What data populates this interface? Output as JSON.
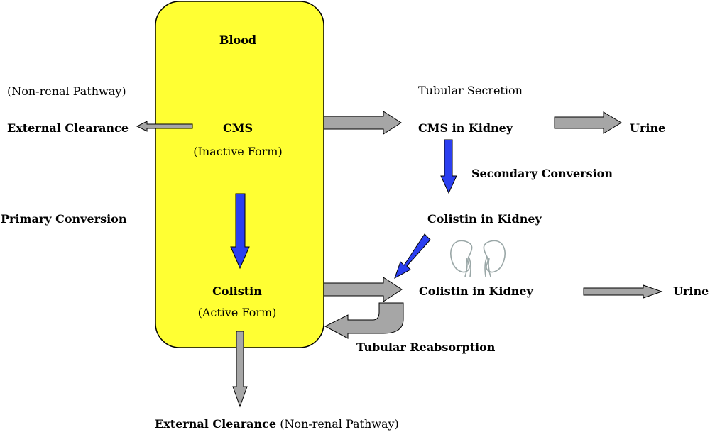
{
  "colors": {
    "blood_box": "#ffff33",
    "flow_arrow": "#a6a6a6",
    "conversion_arrow": "#2b3ff0",
    "kidney_icon": "#9aa7a7"
  },
  "blood": {
    "title": "Blood",
    "cms": "CMS",
    "cms_form": "(Inactive Form)",
    "colistin": "Colistin",
    "colistin_form": "(Active Form)"
  },
  "left": {
    "nonrenal": "(Non-renal Pathway)",
    "external_clearance": "External Clearance",
    "primary_conversion": "Primary Conversion"
  },
  "right": {
    "tubular_secretion": "Tubular Secretion",
    "cms_in_kidney": "CMS in Kidney",
    "urine_top": "Urine",
    "secondary_conversion": "Secondary Conversion",
    "colistin_in_kidney_upper": "Colistin in Kidney",
    "colistin_in_kidney_lower": "Colistin in Kidney",
    "urine_bottom": "Urine",
    "tubular_reabsorption": "Tubular Reabsorption"
  },
  "bottom": {
    "external_clearance": "External Clearance",
    "nonrenal": "(Non-renal Pathway)"
  },
  "icons": {
    "kidney": "kidney-icon"
  }
}
